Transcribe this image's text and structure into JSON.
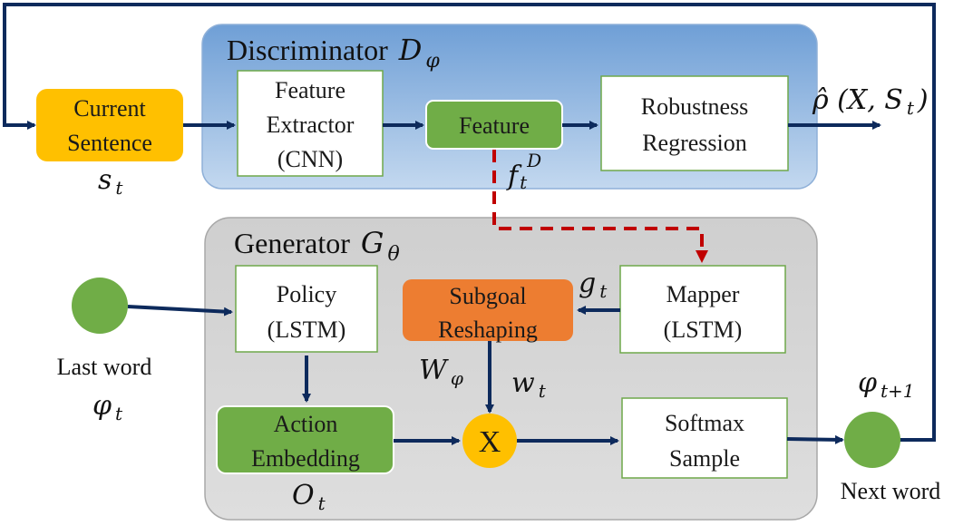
{
  "discriminator": {
    "title_word": "Discriminator",
    "title_symbol": "D",
    "title_subscript": "φ",
    "feature_extractor": [
      "Feature",
      "Extractor",
      "(CNN)"
    ],
    "feature": "Feature",
    "feature_symbol": "f",
    "feature_sub": "t",
    "feature_sup": "D",
    "robustness_regression": [
      "Robustness",
      "Regression"
    ],
    "output": "ρ̂ (X, S",
    "output_sub": "t",
    "output_close": ")"
  },
  "current_sentence": {
    "lines": [
      "Current",
      "Sentence"
    ],
    "symbol": "s",
    "symbol_sub": "t"
  },
  "generator": {
    "title_word": "Generator",
    "title_symbol": "G",
    "title_subscript": "θ",
    "policy": [
      "Policy",
      "(LSTM)"
    ],
    "subgoal_reshaping": [
      "Subgoal",
      "Reshaping"
    ],
    "mapper": [
      "Mapper",
      "(LSTM)"
    ],
    "mapper_output_symbol": "g",
    "mapper_output_sub": "t",
    "action_embedding": [
      "Action",
      "Embedding"
    ],
    "action_symbol": "O",
    "action_sub": "t",
    "weight_symbol": "W",
    "weight_sub": "φ",
    "subgoal_output_symbol": "w",
    "subgoal_output_sub": "t",
    "multiply": "X",
    "softmax_sample": [
      "Softmax",
      "Sample"
    ]
  },
  "last_word": {
    "label": "Last word",
    "symbol": "φ",
    "symbol_sub": "t"
  },
  "next_word": {
    "label": "Next word",
    "symbol": "φ",
    "symbol_sub": "t+1"
  },
  "colors": {
    "discriminator_panel": "#a9c4e6",
    "discriminator_panel_dark": "#6e9fd6",
    "generator_panel": "#d3d3d3",
    "current_sentence": "#ffc000",
    "green": "#70ad47",
    "subgoal_orange": "#ed7d31",
    "arrow_navy": "#0d2a5c",
    "dashed_red": "#c00000",
    "multiply_node": "#ffc000"
  }
}
